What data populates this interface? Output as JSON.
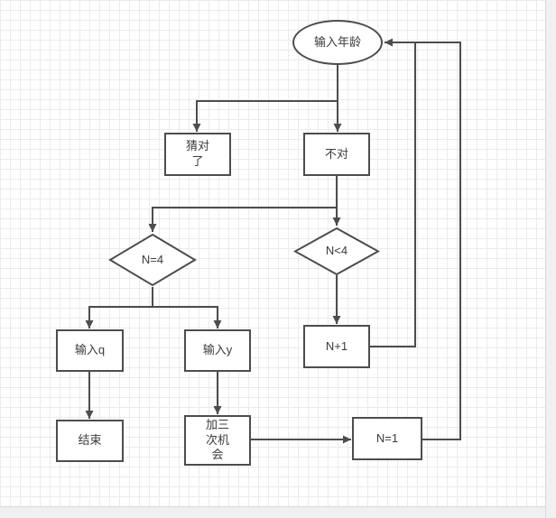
{
  "diagram": {
    "nodes": {
      "start": {
        "label": "输入年龄",
        "shape": "ellipse"
      },
      "guess_right": {
        "label": "猜对了",
        "shape": "rect"
      },
      "wrong": {
        "label": "不对",
        "shape": "rect"
      },
      "check_n_eq_4": {
        "label": "N=4",
        "shape": "diamond"
      },
      "check_n_lt_4": {
        "label": "N<4",
        "shape": "diamond"
      },
      "input_q": {
        "label": "输入q",
        "shape": "rect"
      },
      "input_y": {
        "label": "输入y",
        "shape": "rect"
      },
      "n_plus_1": {
        "label": "N+1",
        "shape": "rect"
      },
      "end": {
        "label": "结束",
        "shape": "rect"
      },
      "add_three_chances": {
        "label": "加三次机会",
        "shape": "rect"
      },
      "n_eq_1": {
        "label": "N=1",
        "shape": "rect"
      }
    },
    "colors": {
      "stroke": "#4d4d4d",
      "node_fill": "#ffffff",
      "text": "#3b3b3b",
      "grid_line": "#ebebeb",
      "canvas_edge": "#f0f0f0"
    }
  }
}
